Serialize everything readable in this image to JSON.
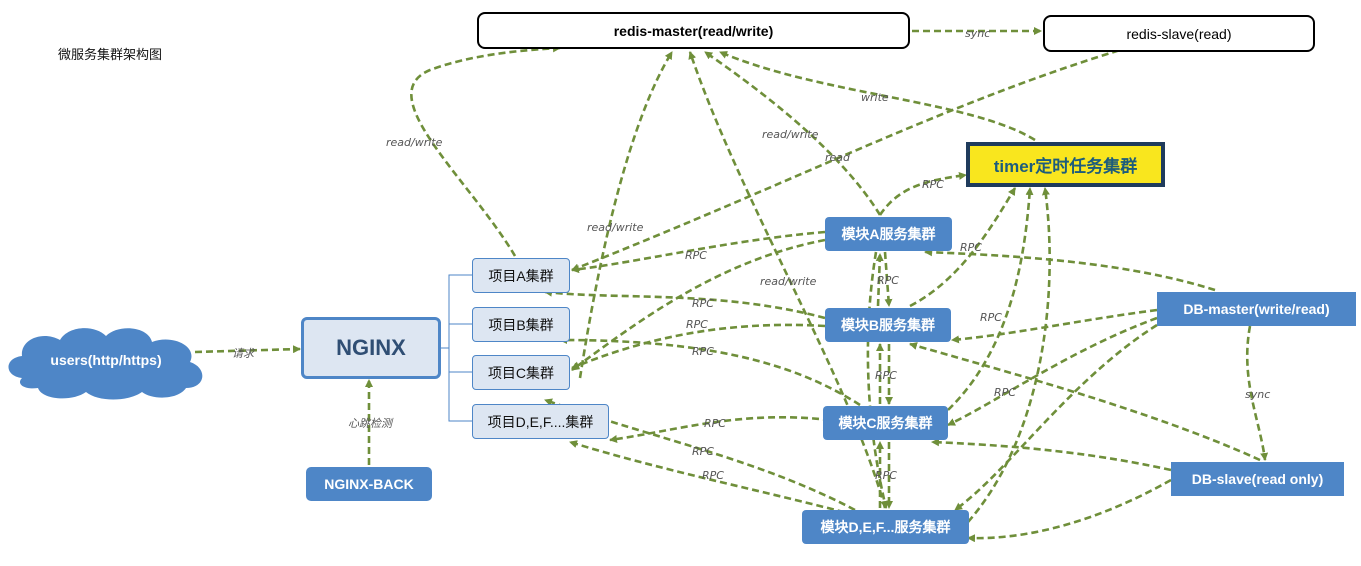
{
  "title": "微服务集群架构图",
  "nodes": {
    "redis_master": "redis-master(read/write)",
    "redis_slave": "redis-slave(read)",
    "timer": "timer定时任务集群",
    "users": "users(http/https)",
    "nginx": "NGINX",
    "nginx_back": "NGINX-BACK",
    "project_a": "项目A集群",
    "project_b": "项目B集群",
    "project_c": "项目C集群",
    "project_d": "项目D,E,F....集群",
    "module_a": "模块A服务集群",
    "module_b": "模块B服务集群",
    "module_c": "模块C服务集群",
    "module_d": "模块D,E,F...服务集群",
    "db_master": "DB-master(write/read)",
    "db_slave": "DB-slave(read only)"
  },
  "edge_labels": {
    "sync": "sync",
    "request": "请求",
    "heartbeat": "心跳检测",
    "read_write": "read/write",
    "read": "read",
    "write": "write",
    "rpc": "RPC"
  },
  "colors": {
    "arrow": "#6f8f3a",
    "node_blue": "#4e86c7",
    "node_light": "#dde6f2",
    "timer_fill": "#f9e61e",
    "timer_border": "#1f3b5c"
  }
}
